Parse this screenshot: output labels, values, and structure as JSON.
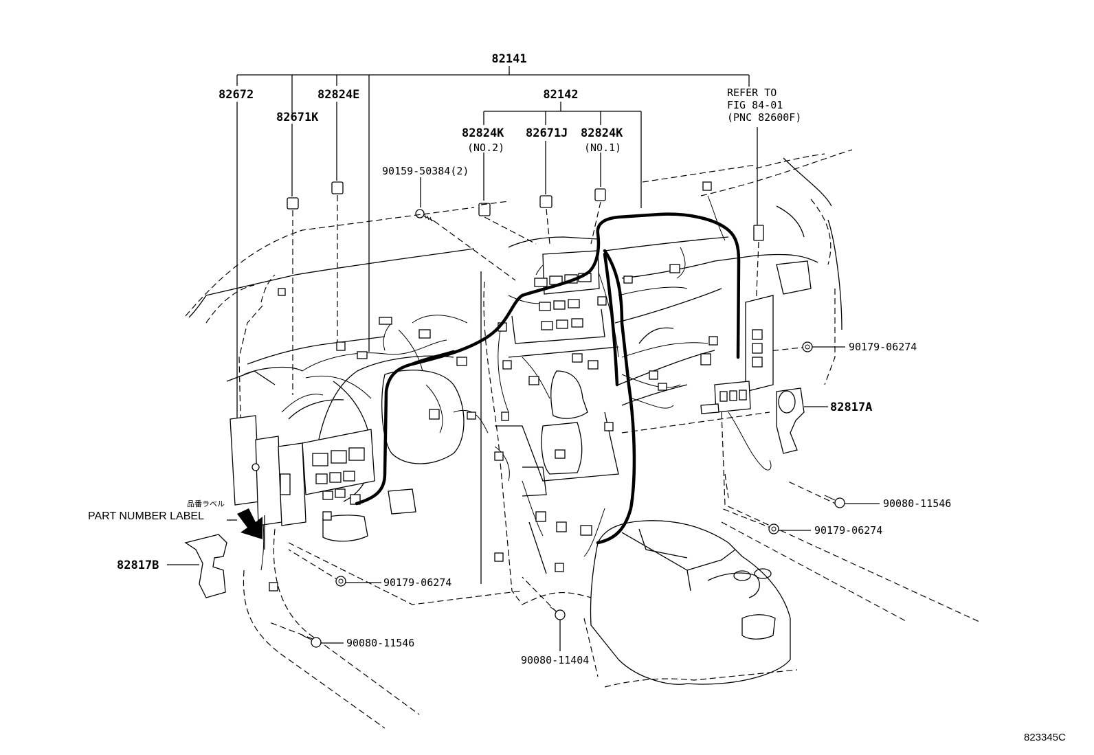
{
  "labels": {
    "p82141": "82141",
    "p82672": "82672",
    "p82824E": "82824E",
    "p82671K": "82671K",
    "p82142": "82142",
    "p82824K_no2": "82824K",
    "no2": "(NO.2)",
    "p82671J": "82671J",
    "p82824K_no1": "82824K",
    "no1": "(NO.1)",
    "refer_line1": "REFER TO",
    "refer_line2": "FIG 84-01",
    "refer_line3": "(PNC 82600F)",
    "screw_90159": "90159-50384(2)",
    "nut_right_upper": "90179-06274",
    "p82817A": "82817A",
    "bolt_right": "90080-11546",
    "nut_right_lower": "90179-06274",
    "part_number_label_jp": "品番ラベル",
    "part_number_label": "PART NUMBER LABEL",
    "p82817B": "82817B",
    "nut_left": "90179-06274",
    "bolt_left": "90080-11546",
    "bolt_center": "90080-11404",
    "figure_code": "823345C"
  }
}
